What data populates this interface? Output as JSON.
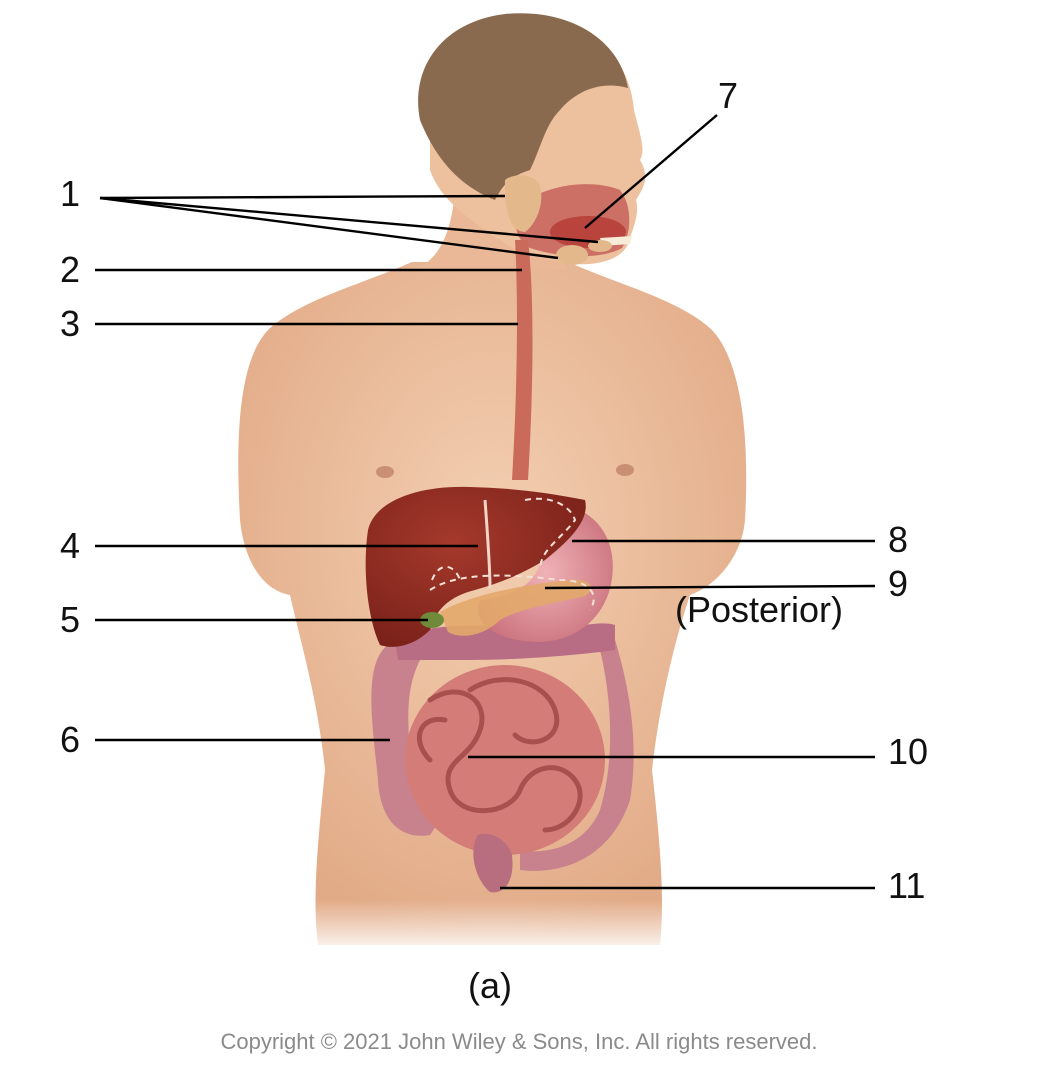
{
  "labels": {
    "l1": "1",
    "l2": "2",
    "l3": "3",
    "l4": "4",
    "l5": "5",
    "l6": "6",
    "l7": "7",
    "l8": "8",
    "l9": "9",
    "l10": "10",
    "l11": "11"
  },
  "posterior_note": "(Posterior)",
  "panel_label": "(a)",
  "copyright": "Copyright © 2021 John Wiley & Sons, Inc. All rights reserved.",
  "colors": {
    "skin": "#eec3a2",
    "hair": "#8a6a4e",
    "liver": "#8e2a20",
    "stomach": "#d98d94",
    "intestine": "#d47c78",
    "colon": "#c7828e",
    "gallbladder": "#6e8a3a",
    "pancreas": "#e2a86a",
    "salivary": "#e3b98c"
  }
}
